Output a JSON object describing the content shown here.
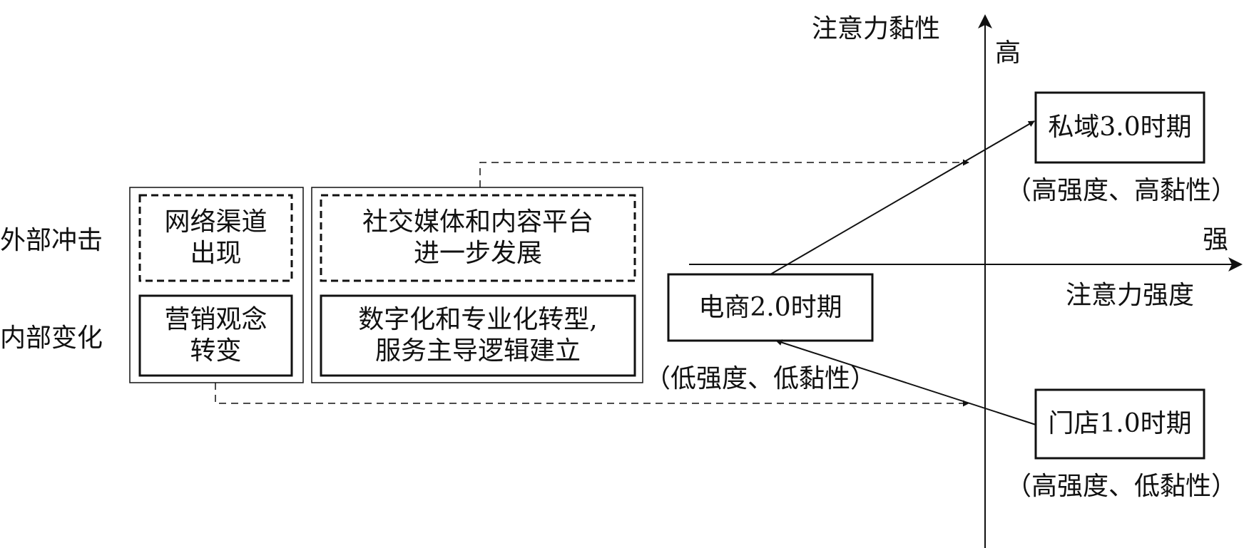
{
  "axes": {
    "y_label": "注意力黏性",
    "y_high": "高",
    "x_strong": "强",
    "x_label": "注意力强度"
  },
  "rows": {
    "external": "外部冲击",
    "internal": "内部变化"
  },
  "boxes": {
    "network": {
      "line1": "网络渠道",
      "line2": "出现"
    },
    "social": {
      "line1": "社交媒体和内容平台",
      "line2": "进一步发展"
    },
    "marketing": {
      "line1": "营销观念",
      "line2": "转变"
    },
    "digital": {
      "line1": "数字化和专业化转型,",
      "line2": "服务主导逻辑建立"
    }
  },
  "periods": {
    "private": {
      "label": "私域3.0时期",
      "note": "（高强度、高黏性）"
    },
    "ecommerce": {
      "label": "电商2.0时期",
      "note": "（低强度、低黏性）"
    },
    "store": {
      "label": "门店1.0时期",
      "note": "（高强度、低黏性）"
    }
  }
}
